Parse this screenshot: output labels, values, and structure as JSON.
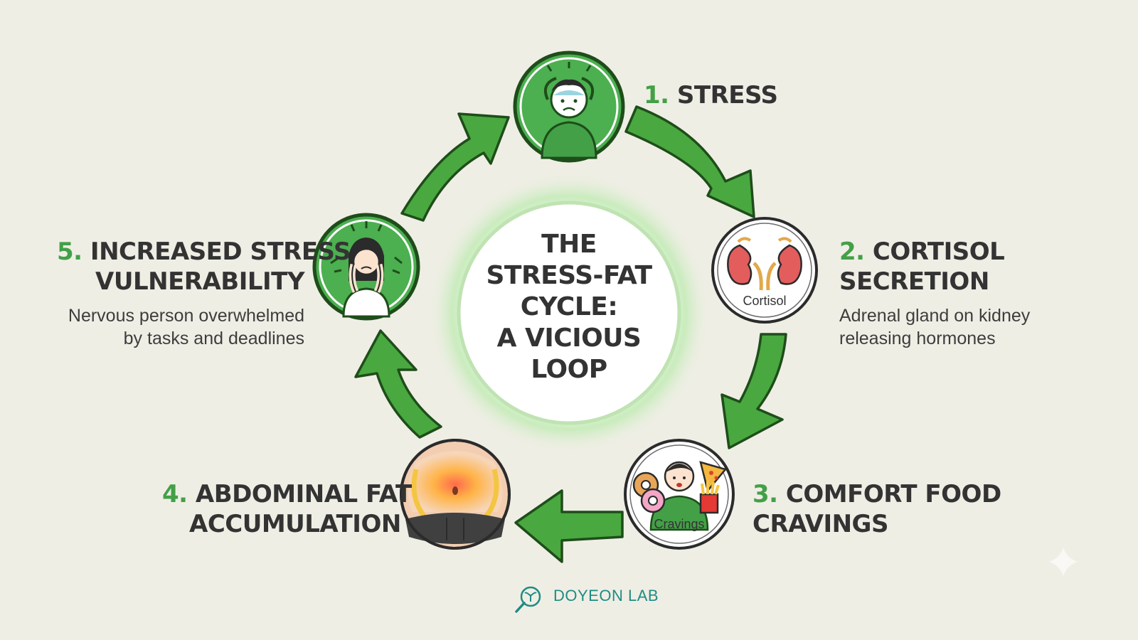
{
  "title": {
    "lines": [
      "THE",
      "STRESS-FAT",
      "CYCLE:",
      "A VICIOUS",
      "LOOP"
    ]
  },
  "steps": [
    {
      "number": "1.",
      "title_lines": [
        "STRESS"
      ],
      "icon": "stressed-person-icon"
    },
    {
      "number": "2.",
      "title_lines": [
        "CORTISOL",
        "SECRETION"
      ],
      "description_lines": [
        "Adrenal gland on kidney",
        "releasing hormones"
      ],
      "icon": "kidney-icon",
      "icon_label": "Cortisol"
    },
    {
      "number": "3.",
      "title_lines": [
        "COMFORT FOOD",
        "CRAVINGS"
      ],
      "icon": "junk-food-icon",
      "icon_label": "Cravings"
    },
    {
      "number": "4.",
      "title_lines": [
        "ABDOMINAL FAT",
        "ACCUMULATION"
      ],
      "icon": "belly-fat-icon"
    },
    {
      "number": "5.",
      "title_lines": [
        "INCREASED STRESS",
        "VULNERABILITY"
      ],
      "description_lines": [
        "Nervous person overwhelmed",
        "by tasks and deadlines"
      ],
      "icon": "overwhelmed-person-icon"
    }
  ],
  "brand": {
    "name": "DOYEON LAB",
    "icon": "magnifier-sprout-icon"
  },
  "colors": {
    "accent_green": "#43a047",
    "dark_green": "#1b5e20",
    "background": "#efeee5",
    "brand_teal": "#1f8c84"
  }
}
